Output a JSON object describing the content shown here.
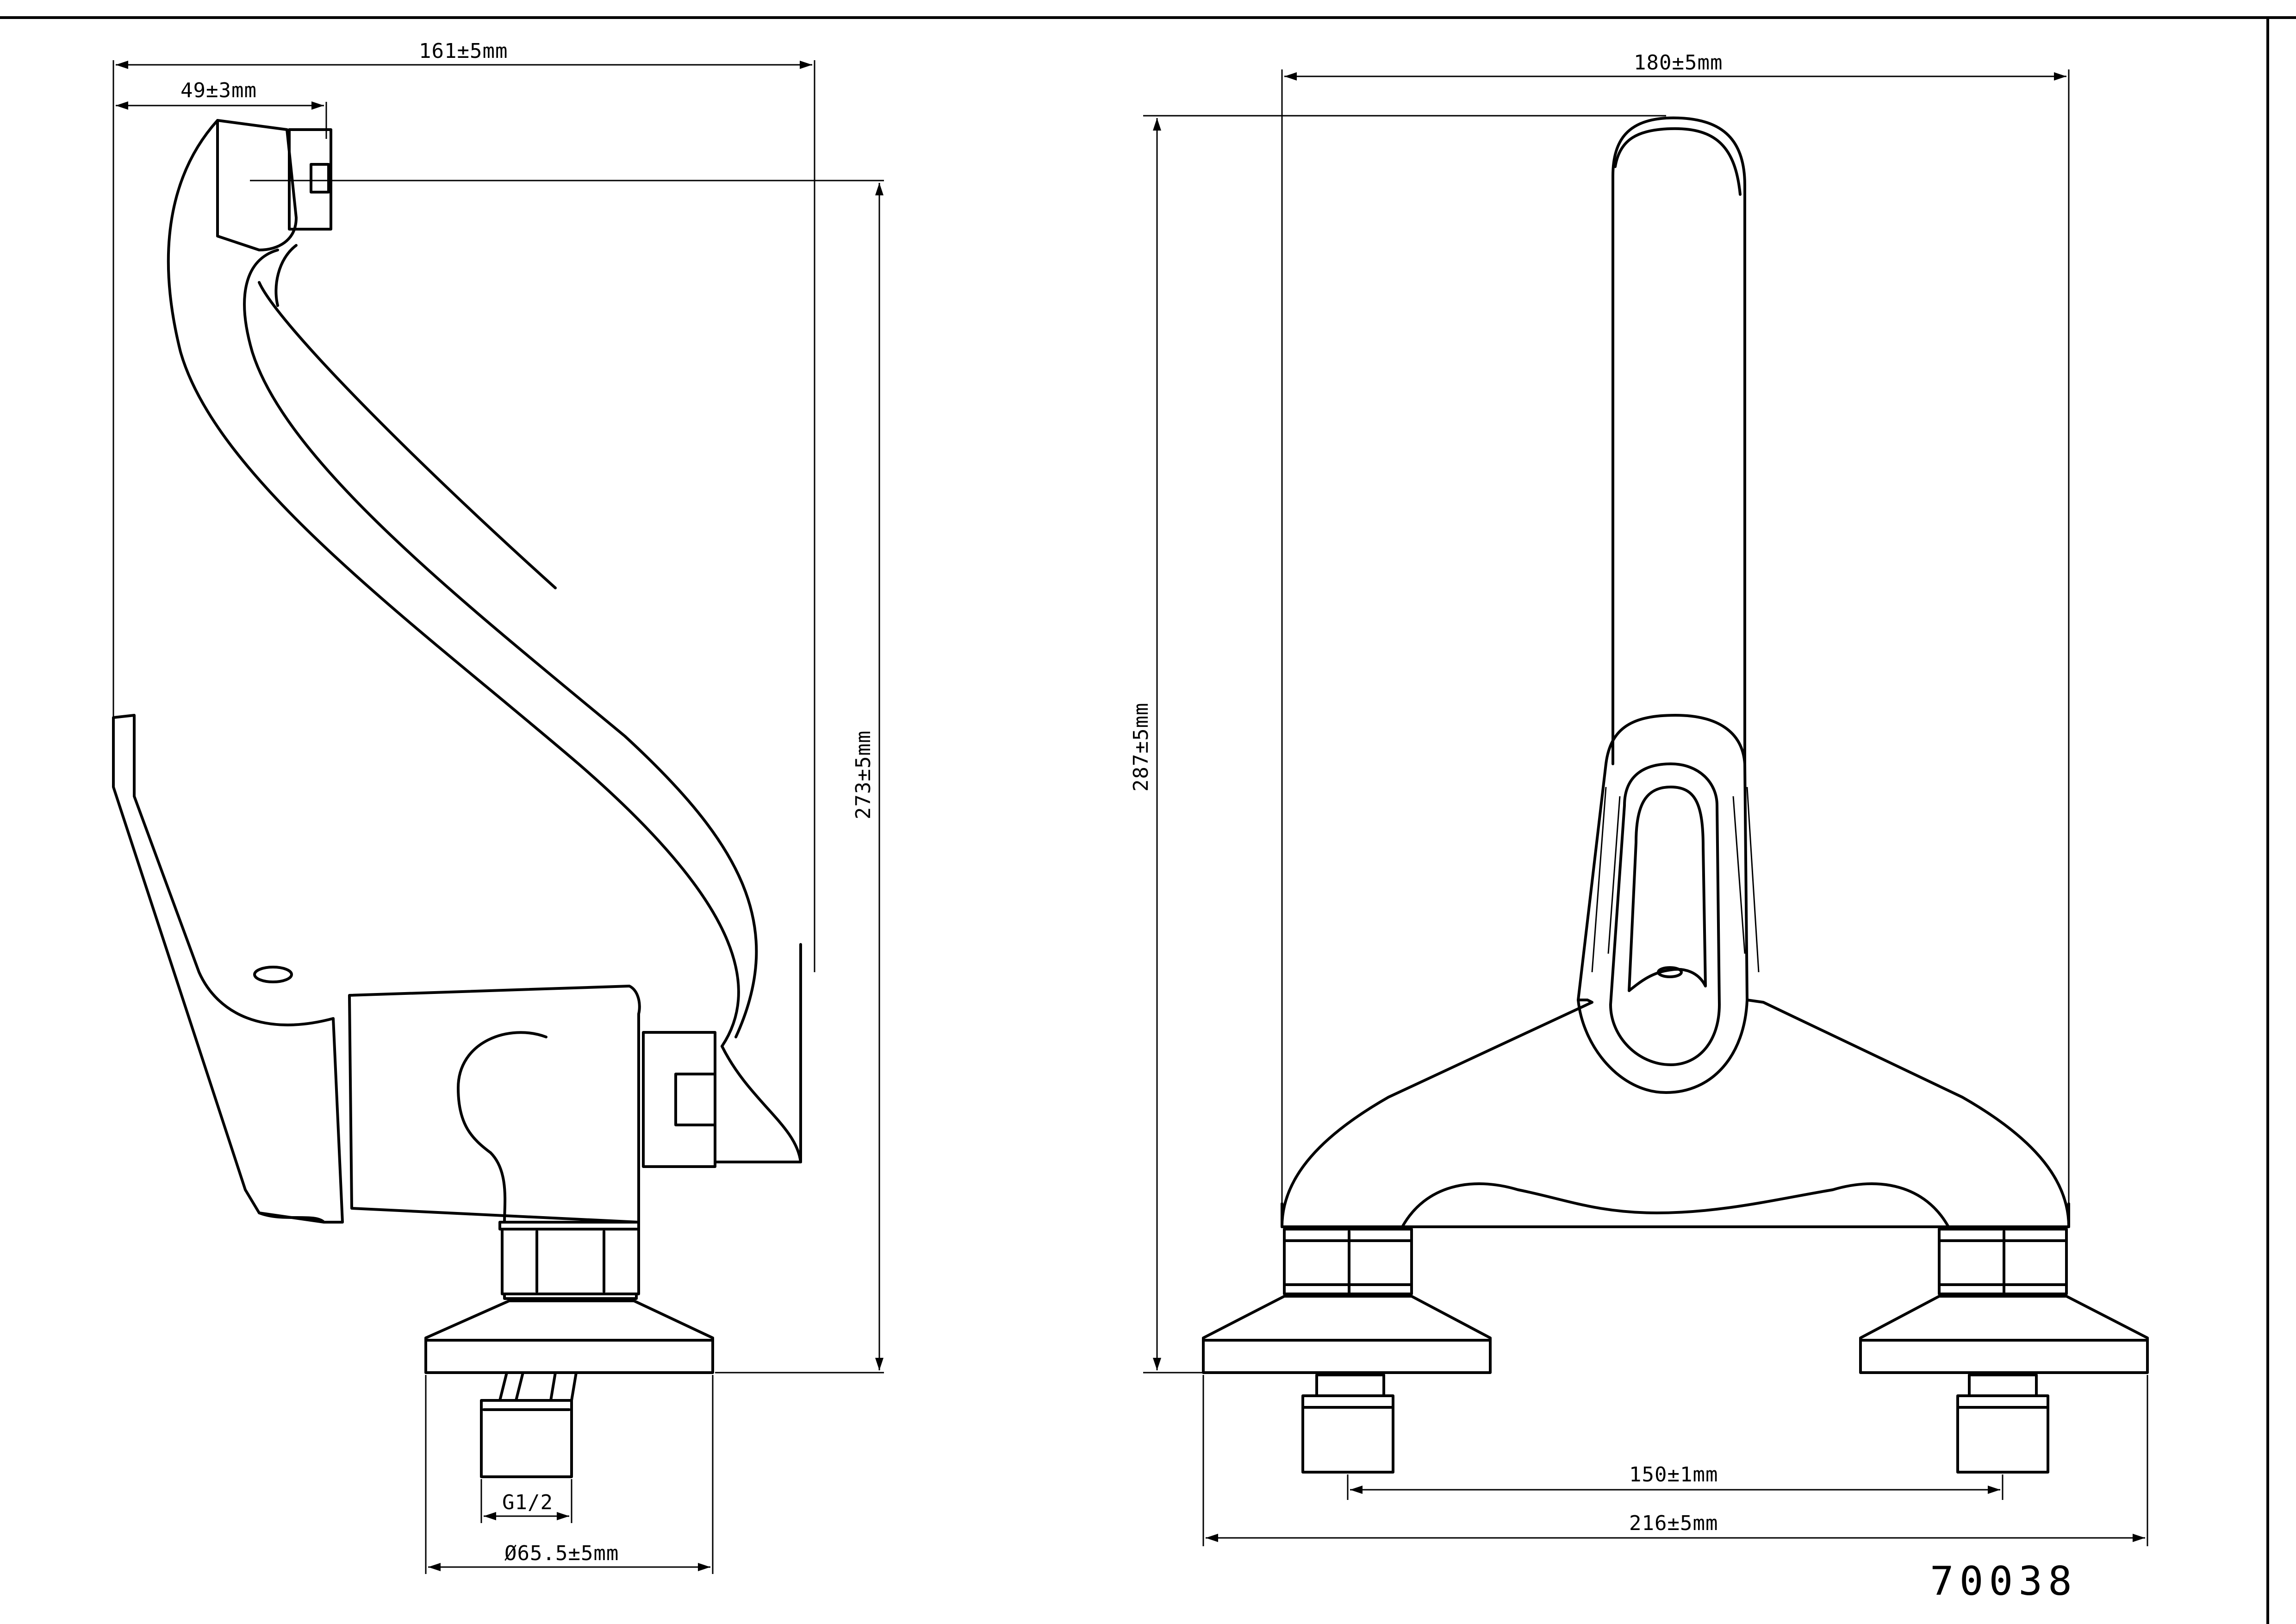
{
  "drawing": {
    "part_number": "70038",
    "side_view": {
      "dimensions": {
        "overall_width": "161±5mm",
        "spout_outlet_offset": "49±3mm",
        "height": "273±5mm",
        "thread": "G1/2",
        "base_diameter": "Ø65.5±5mm"
      }
    },
    "front_view": {
      "dimensions": {
        "body_width": "180±5mm",
        "height": "287±5mm",
        "centre_distance": "150±1mm",
        "overall_width": "216±5mm"
      }
    }
  },
  "colors": {
    "line": "#000000",
    "background": "#ffffff"
  }
}
